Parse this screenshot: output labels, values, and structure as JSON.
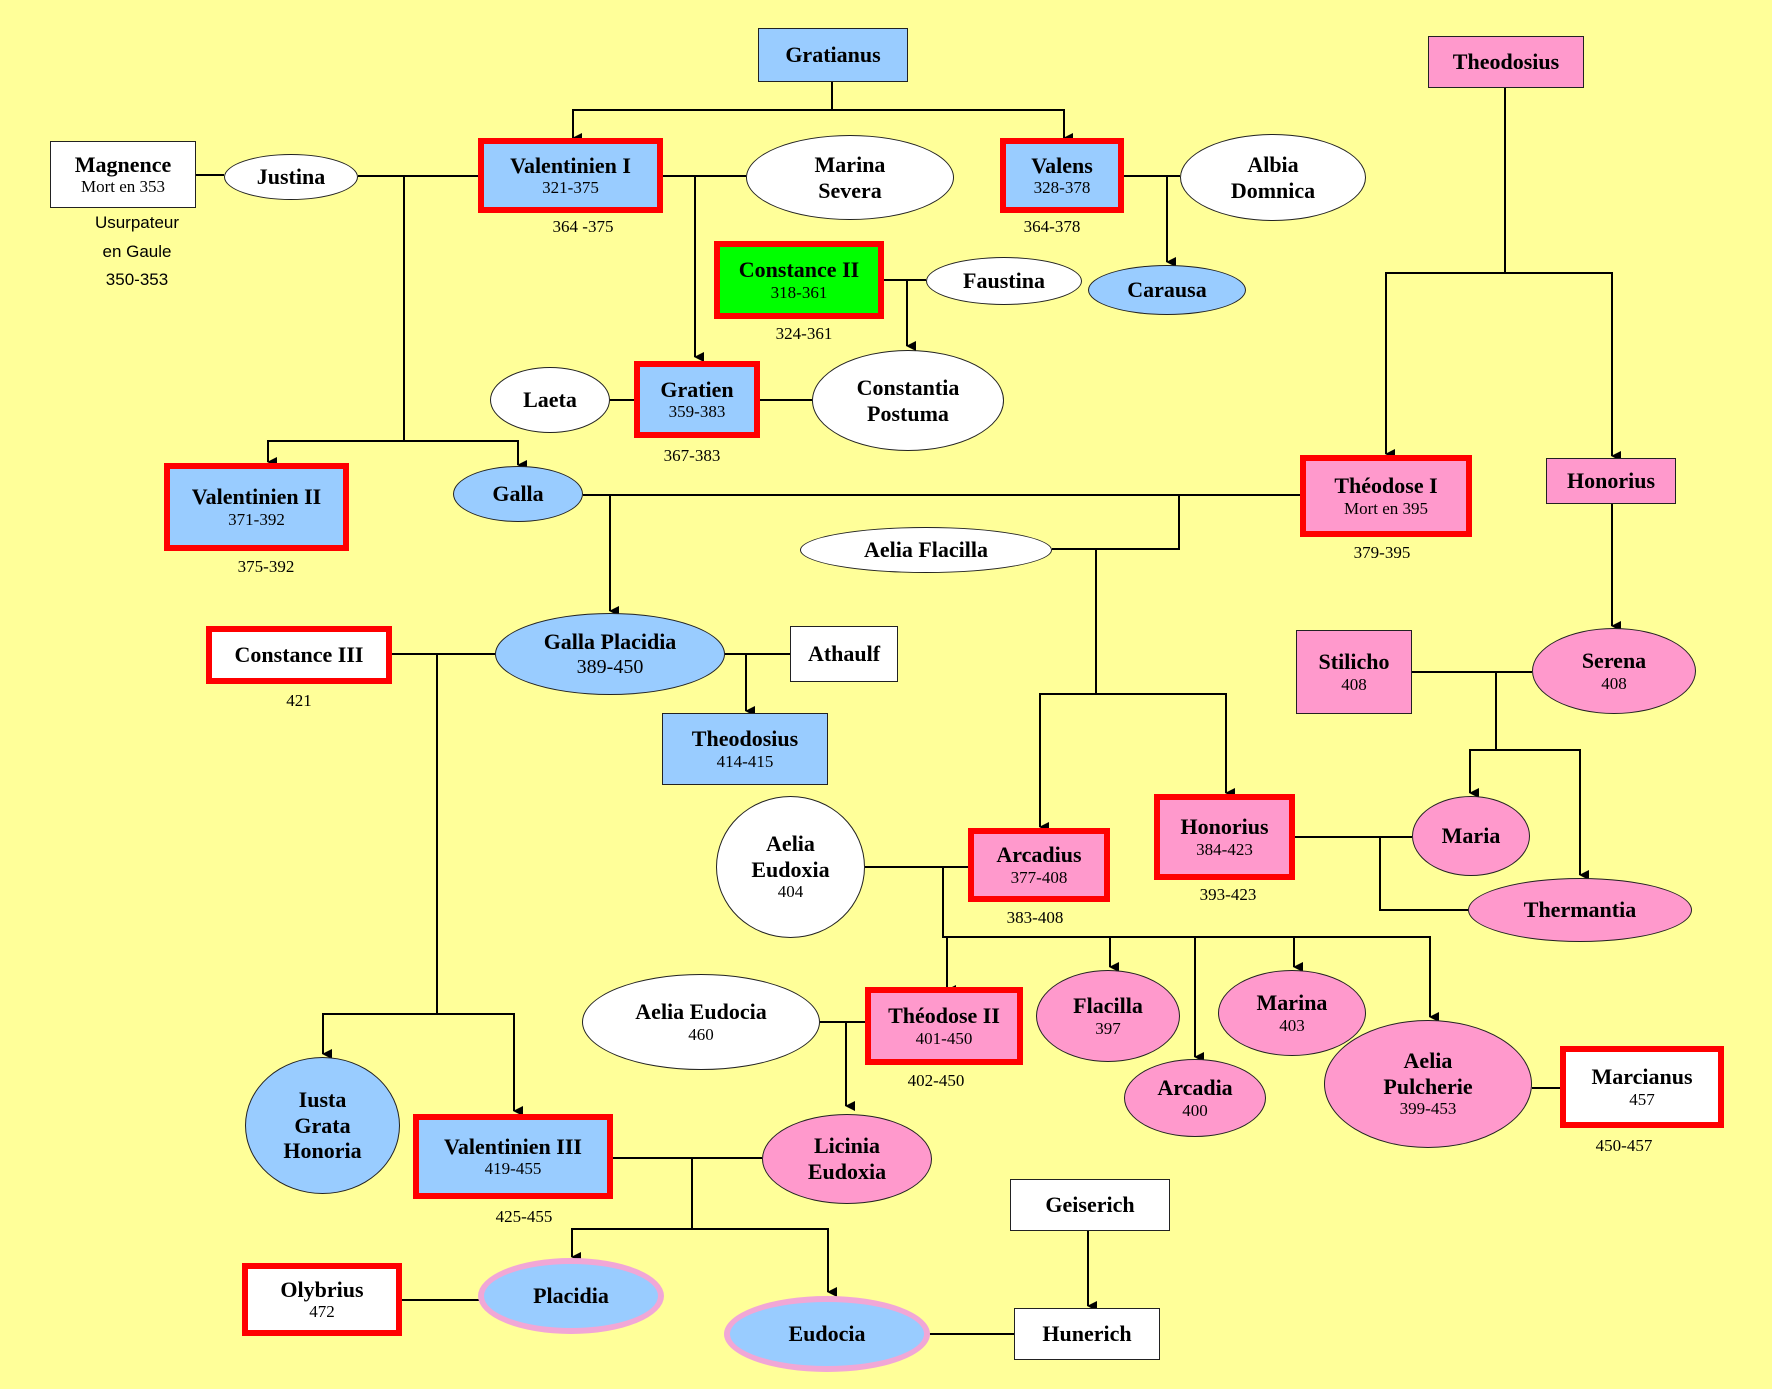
{
  "nodes": {
    "gratianus": {
      "name": "Gratianus",
      "sub": ""
    },
    "theodosius_elder": {
      "name": "Theodosius",
      "sub": ""
    },
    "magnence": {
      "name": "Magnence",
      "sub": "Mort en 353"
    },
    "justina": {
      "name": "Justina",
      "sub": ""
    },
    "valentinien1": {
      "name": "Valentinien I",
      "sub": "321-375"
    },
    "marina_severa": {
      "name": "Marina\nSevera",
      "sub": ""
    },
    "valens": {
      "name": "Valens",
      "sub": "328-378"
    },
    "albia": {
      "name": "Albia\nDomnica",
      "sub": ""
    },
    "constance2": {
      "name": "Constance II",
      "sub": "318-361"
    },
    "faustina": {
      "name": "Faustina",
      "sub": ""
    },
    "carausa": {
      "name": "Carausa",
      "sub": ""
    },
    "laeta": {
      "name": "Laeta",
      "sub": ""
    },
    "gratien": {
      "name": "Gratien",
      "sub": "359-383"
    },
    "constantia": {
      "name": "Constantia\nPostuma",
      "sub": ""
    },
    "valentinien2": {
      "name": "Valentinien II",
      "sub": "371-392"
    },
    "galla": {
      "name": "Galla",
      "sub": ""
    },
    "theodose1": {
      "name": "Théodose I",
      "sub": "Mort en 395"
    },
    "honorius_elder": {
      "name": "Honorius",
      "sub": ""
    },
    "aelia_flacilla": {
      "name": "Aelia Flacilla",
      "sub": ""
    },
    "constance3": {
      "name": "Constance III",
      "sub": ""
    },
    "galla_placidia": {
      "name": "Galla Placidia",
      "sub": "389-450"
    },
    "athaulf": {
      "name": "Athaulf",
      "sub": ""
    },
    "theodosius_son": {
      "name": "Theodosius",
      "sub": "414-415"
    },
    "stilicho": {
      "name": "Stilicho",
      "sub": "408"
    },
    "serena": {
      "name": "Serena",
      "sub": "408"
    },
    "aelia_eudoxia": {
      "name": "Aelia\nEudoxia",
      "sub": "404"
    },
    "arcadius": {
      "name": "Arcadius",
      "sub": "377-408"
    },
    "honorius": {
      "name": "Honorius",
      "sub": "384-423"
    },
    "maria": {
      "name": "Maria",
      "sub": ""
    },
    "thermantia": {
      "name": "Thermantia",
      "sub": ""
    },
    "aelia_eudocia": {
      "name": "Aelia Eudocia",
      "sub": "460"
    },
    "theodose2": {
      "name": "Théodose II",
      "sub": "401-450"
    },
    "flacilla": {
      "name": "Flacilla",
      "sub": "397"
    },
    "marina": {
      "name": "Marina",
      "sub": "403"
    },
    "arcadia": {
      "name": "Arcadia",
      "sub": "400"
    },
    "pulcherie": {
      "name": "Aelia\nPulcherie",
      "sub": "399-453"
    },
    "marcianus": {
      "name": "Marcianus",
      "sub": "457"
    },
    "iusta": {
      "name": "Iusta\nGrata\nHonoria",
      "sub": ""
    },
    "valentinien3": {
      "name": "Valentinien III",
      "sub": "419-455"
    },
    "licinia": {
      "name": "Licinia\nEudoxia",
      "sub": ""
    },
    "geiserich": {
      "name": "Geiserich",
      "sub": ""
    },
    "olybrius": {
      "name": "Olybrius",
      "sub": "472"
    },
    "placidia": {
      "name": "Placidia",
      "sub": ""
    },
    "eudocia": {
      "name": "Eudocia",
      "sub": ""
    },
    "hunerich": {
      "name": "Hunerich",
      "sub": ""
    }
  },
  "labels": {
    "usurpateur": "Usurpateur",
    "en_gaule": "en Gaule",
    "magnence_years": "350-353",
    "valentinien1_reign": "364 -375",
    "valens_reign": "364-378",
    "constance2_reign": "324-361",
    "gratien_reign": "367-383",
    "valentinien2_reign": "375-392",
    "theodose1_reign": "379-395",
    "constance3_reign": "421",
    "arcadius_reign": "383-408",
    "honorius_reign": "393-423",
    "theodose2_reign": "402-450",
    "marcianus_reign": "450-457",
    "valentinien3_reign": "425-455"
  },
  "colors": {
    "background": "#FFFF99",
    "male_line": "#99CCFF",
    "female_line": "#FF99CC",
    "emperor_border": "#FF0000",
    "usurper": "#00FF00",
    "outsider": "#FFFFFF",
    "placidia_ring": "#F1A7D6"
  }
}
